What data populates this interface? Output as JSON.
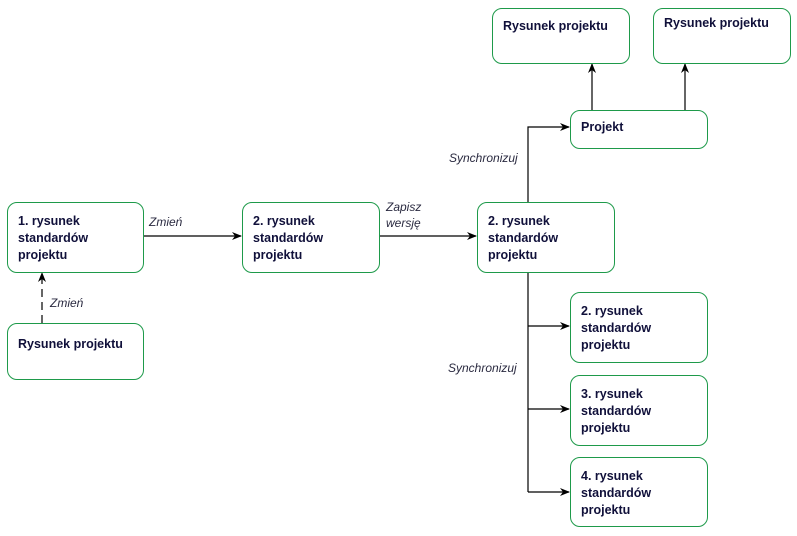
{
  "nodes": {
    "n1": "1. rysunek\nstandardów\nprojektu",
    "n_src": "Rysunek projektu",
    "n2": "2. rysunek\nstandardów\nprojektu",
    "n3": "2. rysunek\nstandardów\nprojektu",
    "projekt": "Projekt",
    "top_a": "Rysunek projektu",
    "top_b": "Rysunek projektu",
    "r1": "2. rysunek\nstandardów\nprojektu",
    "r2": "3. rysunek\nstandardów\nprojektu",
    "r3": "4. rysunek\nstandardów\nprojektu"
  },
  "edges": {
    "change_up": "Zmień",
    "change_right": "Zmień",
    "save_version": "Zapisz\nwersję",
    "sync_top": "Synchronizuj",
    "sync_bottom": "Synchronizuj"
  },
  "colors": {
    "box_border": "#1e9a4a",
    "line": "#000000"
  }
}
